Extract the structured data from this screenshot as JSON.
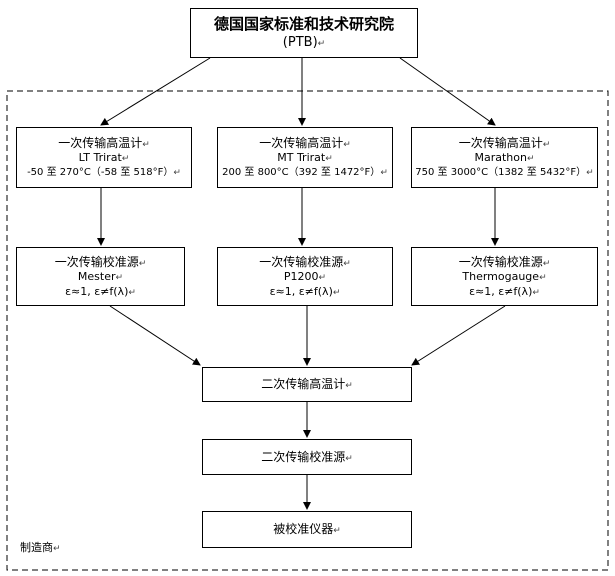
{
  "header": {
    "title": "德国国家标准和技术研究院",
    "subtitle": "(PTB)"
  },
  "primary_thermometers": [
    {
      "label": "一次传输高温计",
      "model": "LT Trirat",
      "range": "-50 至 270°C（-58 至 518°F）"
    },
    {
      "label": "一次传输高温计",
      "model": "MT Trirat",
      "range": "200 至 800°C（392 至 1472°F）"
    },
    {
      "label": "一次传输高温计",
      "model": "Marathon",
      "range": "750 至 3000°C（1382 至 5432°F）"
    }
  ],
  "primary_sources": [
    {
      "label": "一次传输校准源",
      "model": "Mester",
      "emissivity": "ε≈1, ε≠f(λ)"
    },
    {
      "label": "一次传输校准源",
      "model": "P1200",
      "emissivity": "ε≈1, ε≠f(λ)"
    },
    {
      "label": "一次传输校准源",
      "model": "Thermogauge",
      "emissivity": "ε≈1, ε≠f(λ)"
    }
  ],
  "secondary_thermometer": "二次传输高温计",
  "secondary_source": "二次传输校准源",
  "device": "被校准仪器",
  "frame_label": "制造商",
  "paragraph_mark": "↵"
}
